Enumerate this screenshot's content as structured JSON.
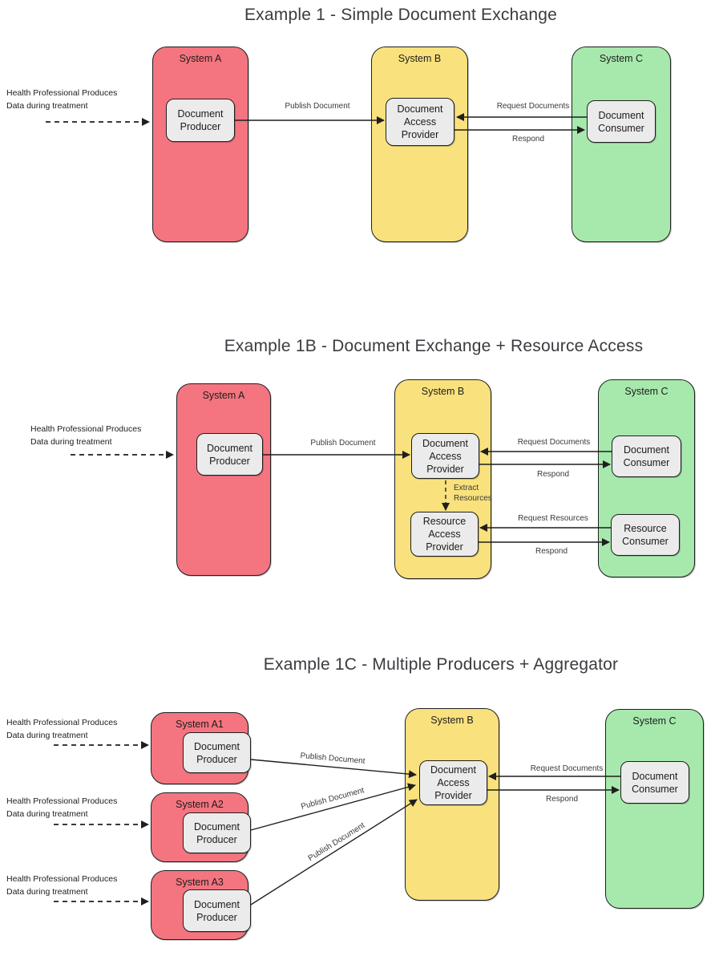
{
  "colors": {
    "system_red": "#F4757F",
    "system_yellow": "#F9E17D",
    "system_green": "#A7E9AD",
    "component_fill": "#EBEBEB",
    "stroke": "#1F1F1F"
  },
  "note": {
    "line1": "Health Professional Produces",
    "line2": "Data during treatment"
  },
  "diagram1": {
    "title": "Example 1 - Simple Document Exchange",
    "systems": [
      "System A",
      "System B",
      "System C"
    ],
    "components": [
      "Document Producer",
      "Document Access Provider",
      "Document Consumer"
    ],
    "edges": {
      "publish": "Publish Document",
      "request_documents": "Request Documents",
      "respond": "Respond"
    }
  },
  "diagram2": {
    "title": "Example 1B - Document Exchange + Resource Access",
    "systems": [
      "System A",
      "System B",
      "System C"
    ],
    "components": [
      "Document Producer",
      "Document Access Provider",
      "Resource Access Provider",
      "Document Consumer",
      "Resource Consumer"
    ],
    "edges": {
      "publish": "Publish Document",
      "request_documents": "Request Documents",
      "respond_documents": "Respond",
      "extract_line1": "Extract",
      "extract_line2": "Resources",
      "request_resources": "Request Resources",
      "respond_resources": "Respond"
    }
  },
  "diagram3": {
    "title": "Example 1C - Multiple Producers + Aggregator",
    "systems": [
      "System A1",
      "System A2",
      "System A3",
      "System B",
      "System C"
    ],
    "components": [
      "Document Producer",
      "Document Producer",
      "Document Producer",
      "Document Access Provider",
      "Document Consumer"
    ],
    "edges": {
      "publish": "Publish Document",
      "request_documents": "Request Documents",
      "respond": "Respond"
    }
  }
}
